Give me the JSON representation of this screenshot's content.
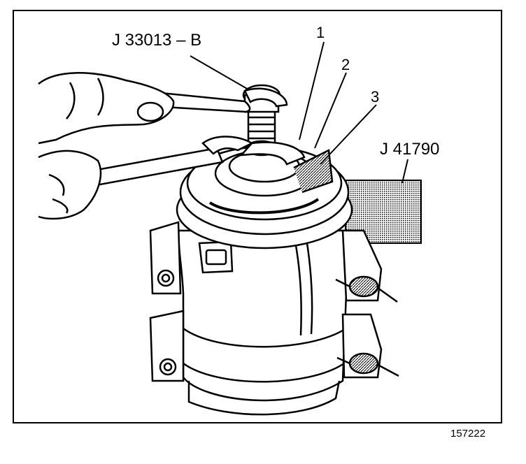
{
  "figure_id": "157222",
  "callouts": [
    {
      "id": "tool-a",
      "text": "J 33013 – B"
    },
    {
      "id": "part-1",
      "text": "1"
    },
    {
      "id": "part-2",
      "text": "2"
    },
    {
      "id": "part-3",
      "text": "3"
    },
    {
      "id": "tool-b",
      "text": "J 41790"
    }
  ]
}
